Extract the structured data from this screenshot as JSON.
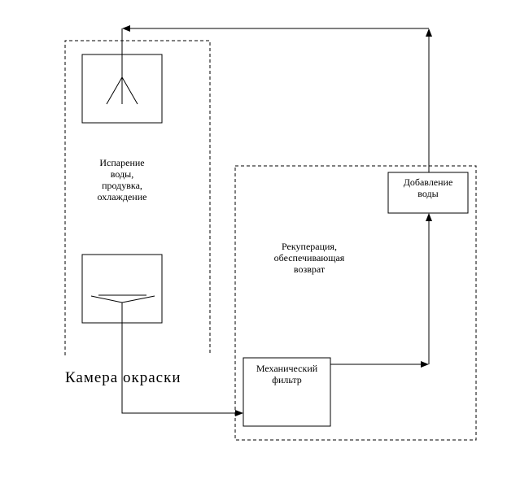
{
  "labels": {
    "evaporation": "Испарение\nводы,\nпродувка,\nохлаждение",
    "recuperation": "Рекуперация,\nобеспечивающая\nвозврат",
    "add_water": "Добавление\nводы",
    "mech_filter": "Механический\nфильтр",
    "paint_chamber": "Камера окраски"
  },
  "colors": {
    "line": "#000000",
    "background": "#ffffff"
  }
}
